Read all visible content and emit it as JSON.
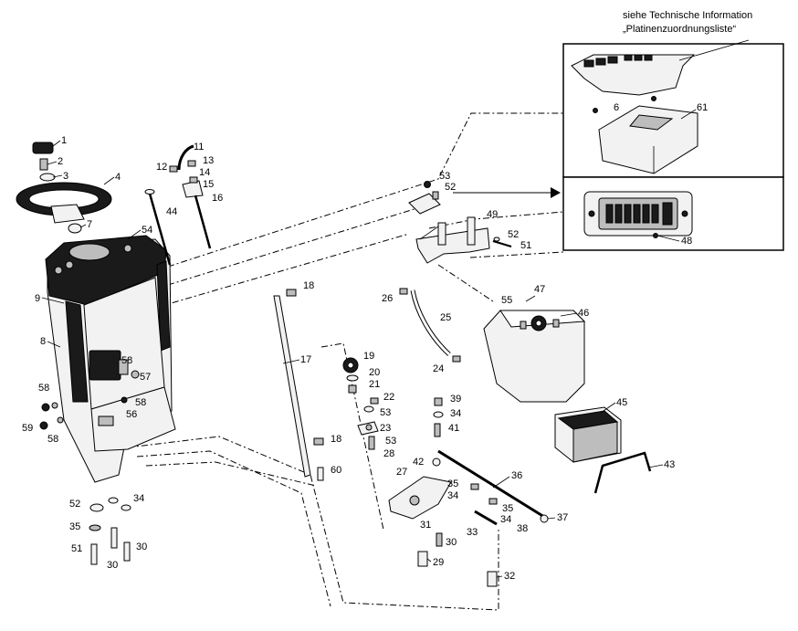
{
  "note": {
    "line1": "siehe Technische Information",
    "line2": "„Platinenzuordnungsliste“"
  },
  "labels": {
    "p1": "1",
    "p2": "2",
    "p3": "3",
    "p4": "4",
    "p6": "6",
    "p7": "7",
    "p8": "8",
    "p9": "9",
    "p11": "11",
    "p12": "12",
    "p13": "13",
    "p14": "14",
    "p15": "15",
    "p16": "16",
    "p17": "17",
    "p18a": "18",
    "p18b": "18",
    "p19": "19",
    "p20": "20",
    "p21": "21",
    "p22": "22",
    "p23": "23",
    "p24": "24",
    "p25": "25",
    "p26": "26",
    "p27": "27",
    "p28": "28",
    "p29": "29",
    "p30a": "30",
    "p30b": "30",
    "p30c": "30",
    "p31": "31",
    "p32": "32",
    "p33": "33",
    "p34a": "34",
    "p34b": "34",
    "p34c": "34",
    "p34d": "34",
    "p35a": "35",
    "p35b": "35",
    "p35c": "35",
    "p36": "36",
    "p37": "37",
    "p38": "38",
    "p39": "39",
    "p41": "41",
    "p42": "42",
    "p43": "43",
    "p44": "44",
    "p45": "45",
    "p46": "46",
    "p47": "47",
    "p48": "48",
    "p49": "49",
    "p51a": "51",
    "p51b": "51",
    "p52a": "52",
    "p52b": "52",
    "p52c": "52",
    "p53a": "53",
    "p53b": "53",
    "p53c": "53",
    "p54": "54",
    "p55": "55",
    "p56": "56",
    "p57": "57",
    "p58a": "58",
    "p58b": "58",
    "p58c": "58",
    "p58d": "58",
    "p59": "59",
    "p60": "60",
    "p61": "61"
  }
}
